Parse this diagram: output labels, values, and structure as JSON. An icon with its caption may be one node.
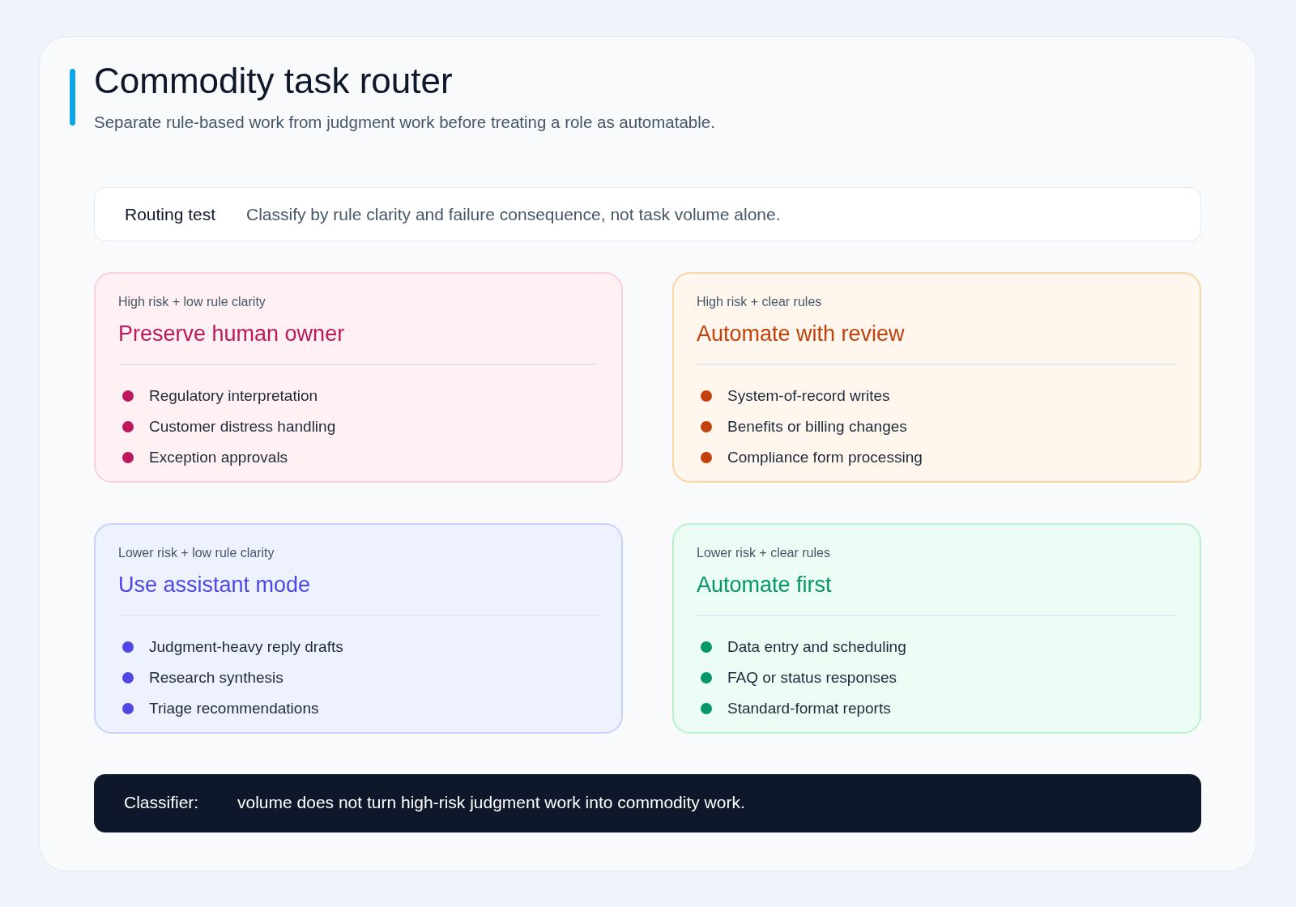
{
  "diagram": {
    "title": "Commodity task router",
    "caption": "Separate rule-based work from judgment work before treating a role as automatable.",
    "nodes": [
      {
        "text": [
          "Routing test",
          "Classify by rule clarity and failure consequence, not task volume alone."
        ]
      },
      {
        "text": [
          "High risk + low rule clarity",
          "Preserve human owner",
          "Regulatory interpretation",
          "Customer distress handling",
          "Exception approvals"
        ]
      },
      {
        "text": [
          "High risk + clear rules",
          "Automate with review",
          "System-of-record writes",
          "Benefits or billing changes",
          "Compliance form processing"
        ]
      },
      {
        "text": [
          "Lower risk + low rule clarity",
          "Use assistant mode",
          "Judgment-heavy reply drafts",
          "Research synthesis",
          "Triage recommendations"
        ]
      },
      {
        "text": [
          "Lower risk + clear rules",
          "Automate first",
          "Data entry and scheduling",
          "FAQ or status responses",
          "Standard-format reports"
        ]
      },
      {
        "text": [
          "Classifier:",
          "volume does not turn high-risk judgment work into commodity work."
        ]
      }
    ]
  }
}
